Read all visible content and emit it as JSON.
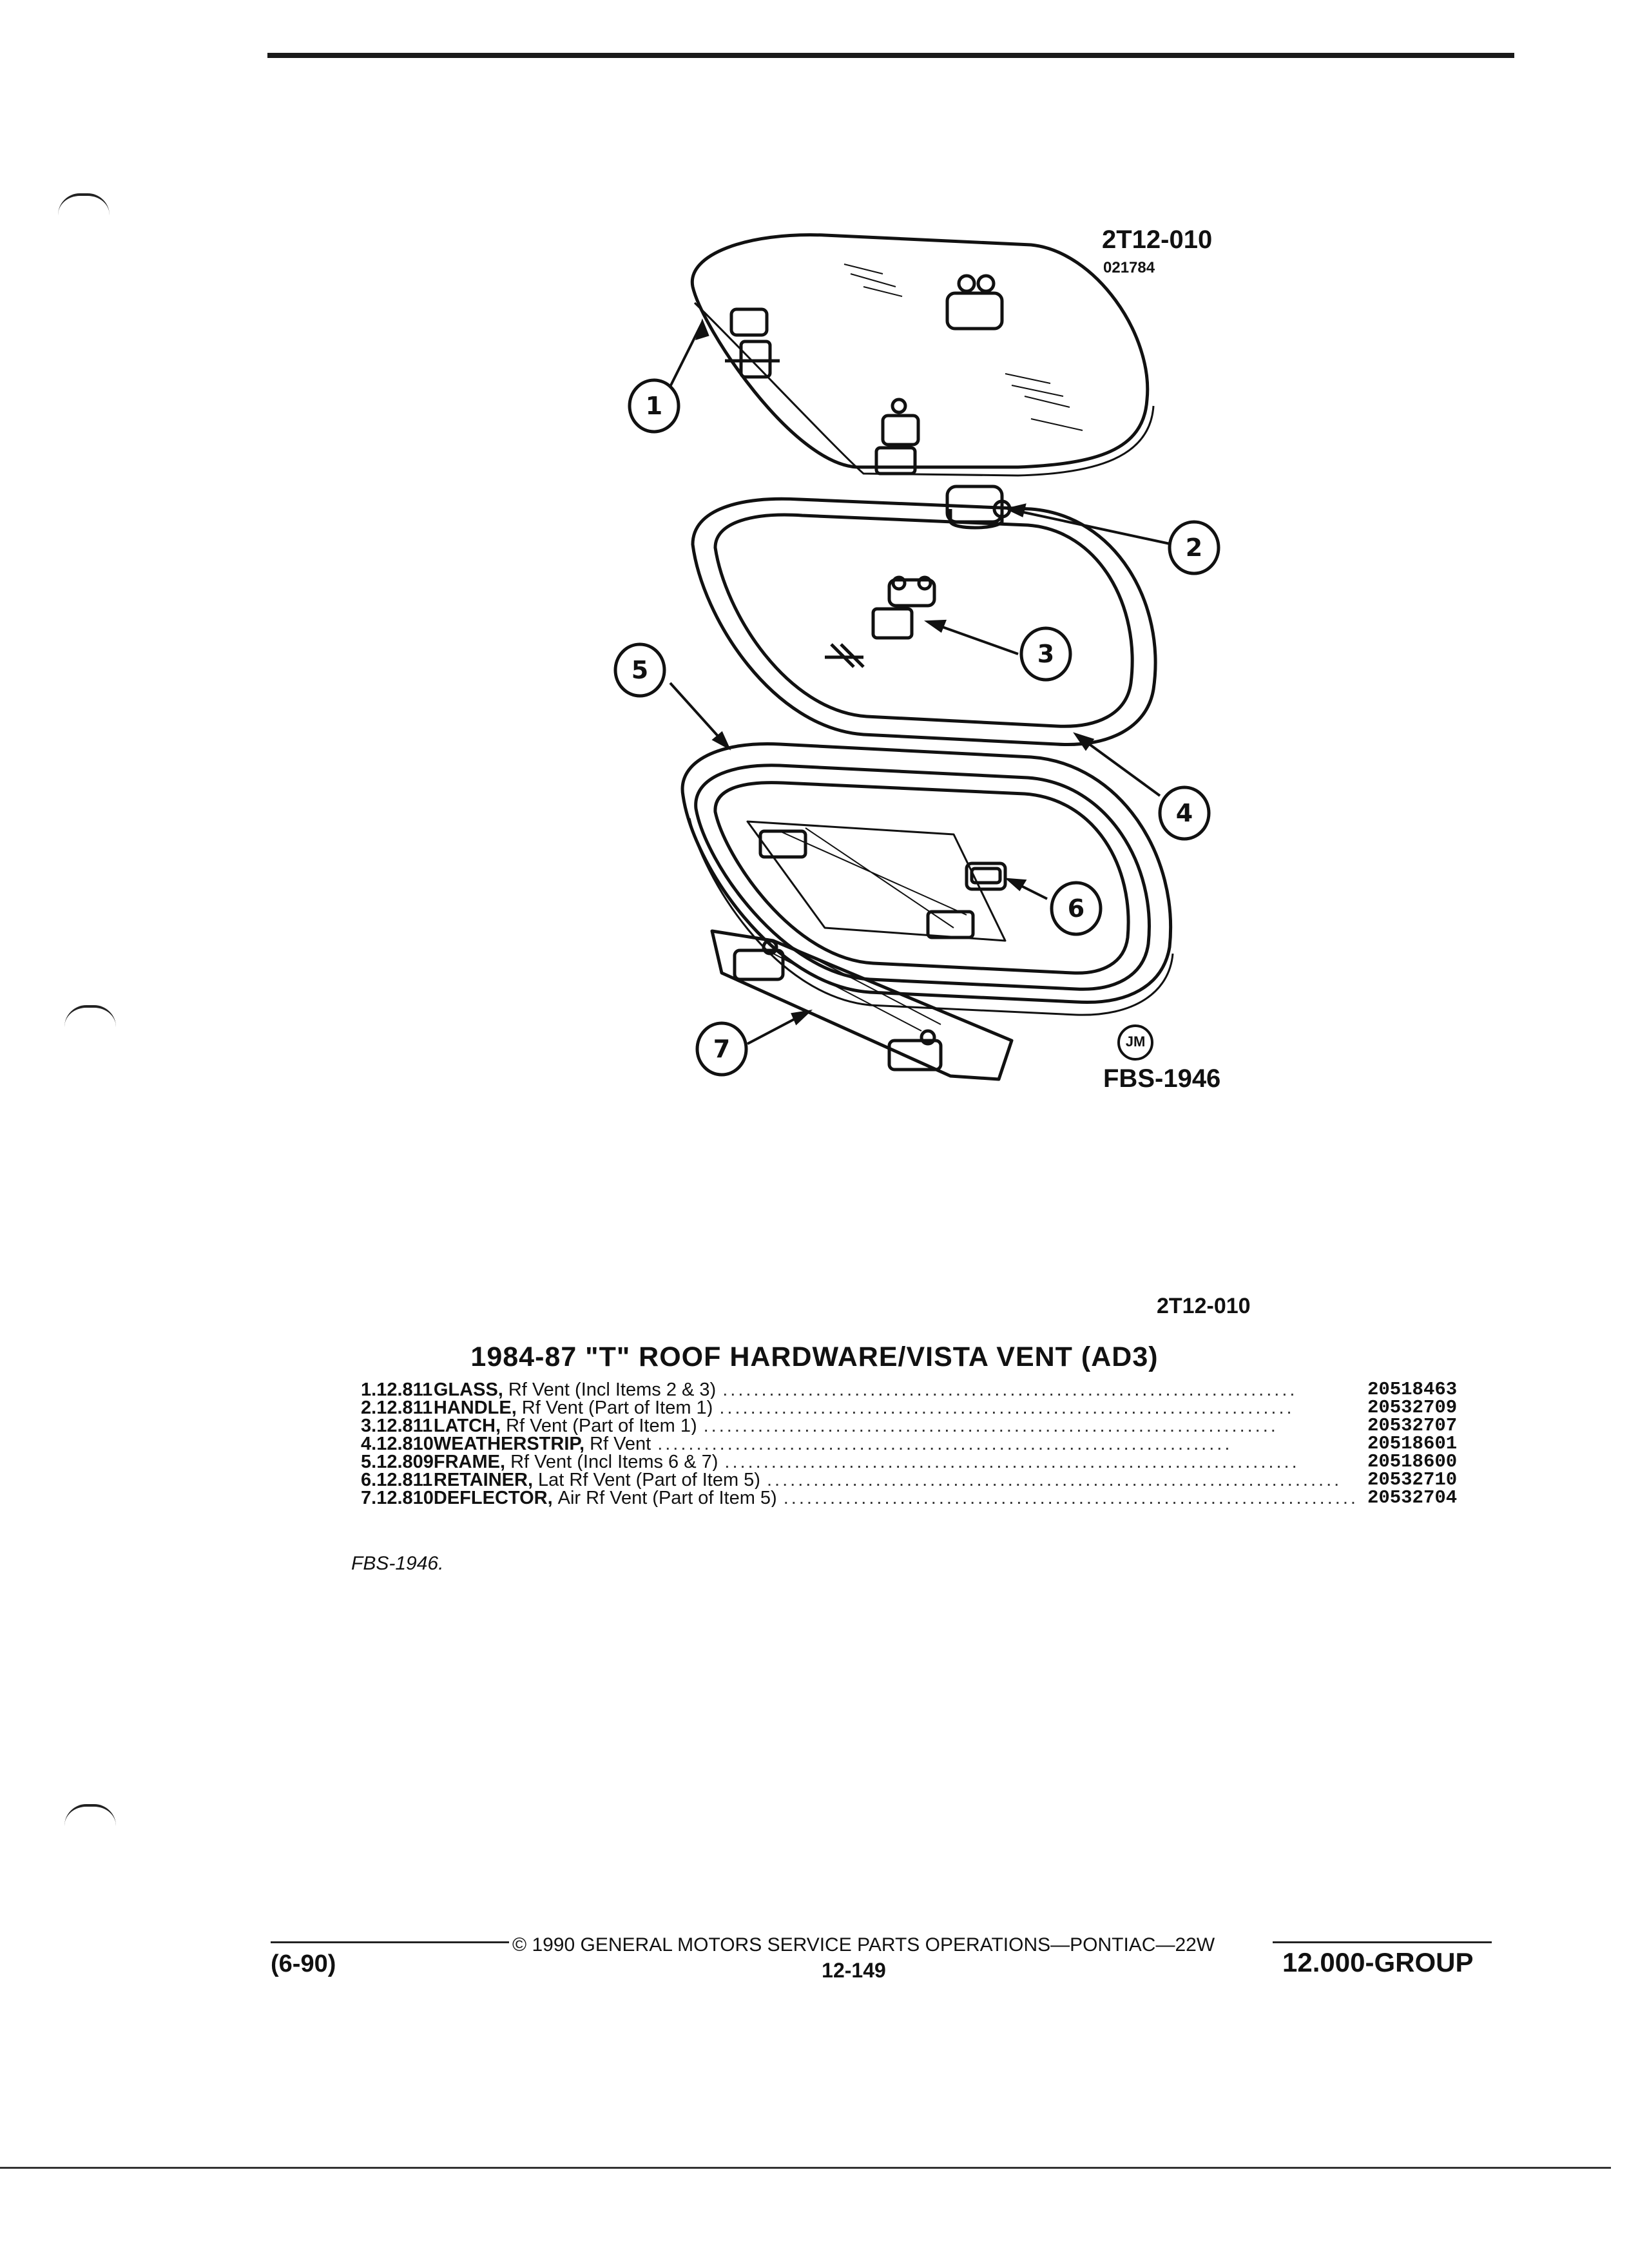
{
  "figure": {
    "id": "2T12-010",
    "date_code": "021784",
    "artist_mark": "JM",
    "fbs_code": "FBS-1946",
    "callouts": [
      "1",
      "2",
      "3",
      "4",
      "5",
      "6",
      "7"
    ]
  },
  "catalog": {
    "ref": "2T12-010",
    "title": "1984-87 \"T\" ROOF HARDWARE/VISTA VENT (AD3)",
    "parts": [
      {
        "num": "1.",
        "group": "12.811",
        "name": "GLASS,",
        "detail": "Rf Vent (Incl Items 2 & 3)",
        "part_number": "20518463"
      },
      {
        "num": "2.",
        "group": "12.811",
        "name": "HANDLE,",
        "detail": "Rf Vent (Part of Item 1)",
        "part_number": "20532709"
      },
      {
        "num": "3.",
        "group": "12.811",
        "name": "LATCH,",
        "detail": "Rf Vent (Part of Item 1)",
        "part_number": "20532707"
      },
      {
        "num": "4.",
        "group": "12.810",
        "name": "WEATHERSTRIP,",
        "detail": "Rf Vent",
        "part_number": "20518601"
      },
      {
        "num": "5.",
        "group": "12.809",
        "name": "FRAME,",
        "detail": "Rf Vent (Incl Items 6 & 7)",
        "part_number": "20518600"
      },
      {
        "num": "6.",
        "group": "12.811",
        "name": "RETAINER,",
        "detail": "Lat Rf Vent (Part of Item 5)",
        "part_number": "20532710"
      },
      {
        "num": "7.",
        "group": "12.810",
        "name": "DEFLECTOR,",
        "detail": "Air Rf Vent (Part of Item 5)",
        "part_number": "20532704"
      }
    ],
    "footnote": "FBS-1946."
  },
  "footer": {
    "copyright": "© 1990 GENERAL MOTORS SERVICE PARTS OPERATIONS—PONTIAC—22W",
    "edition": "(6-90)",
    "page": "12-149",
    "group": "12.000-GROUP"
  }
}
